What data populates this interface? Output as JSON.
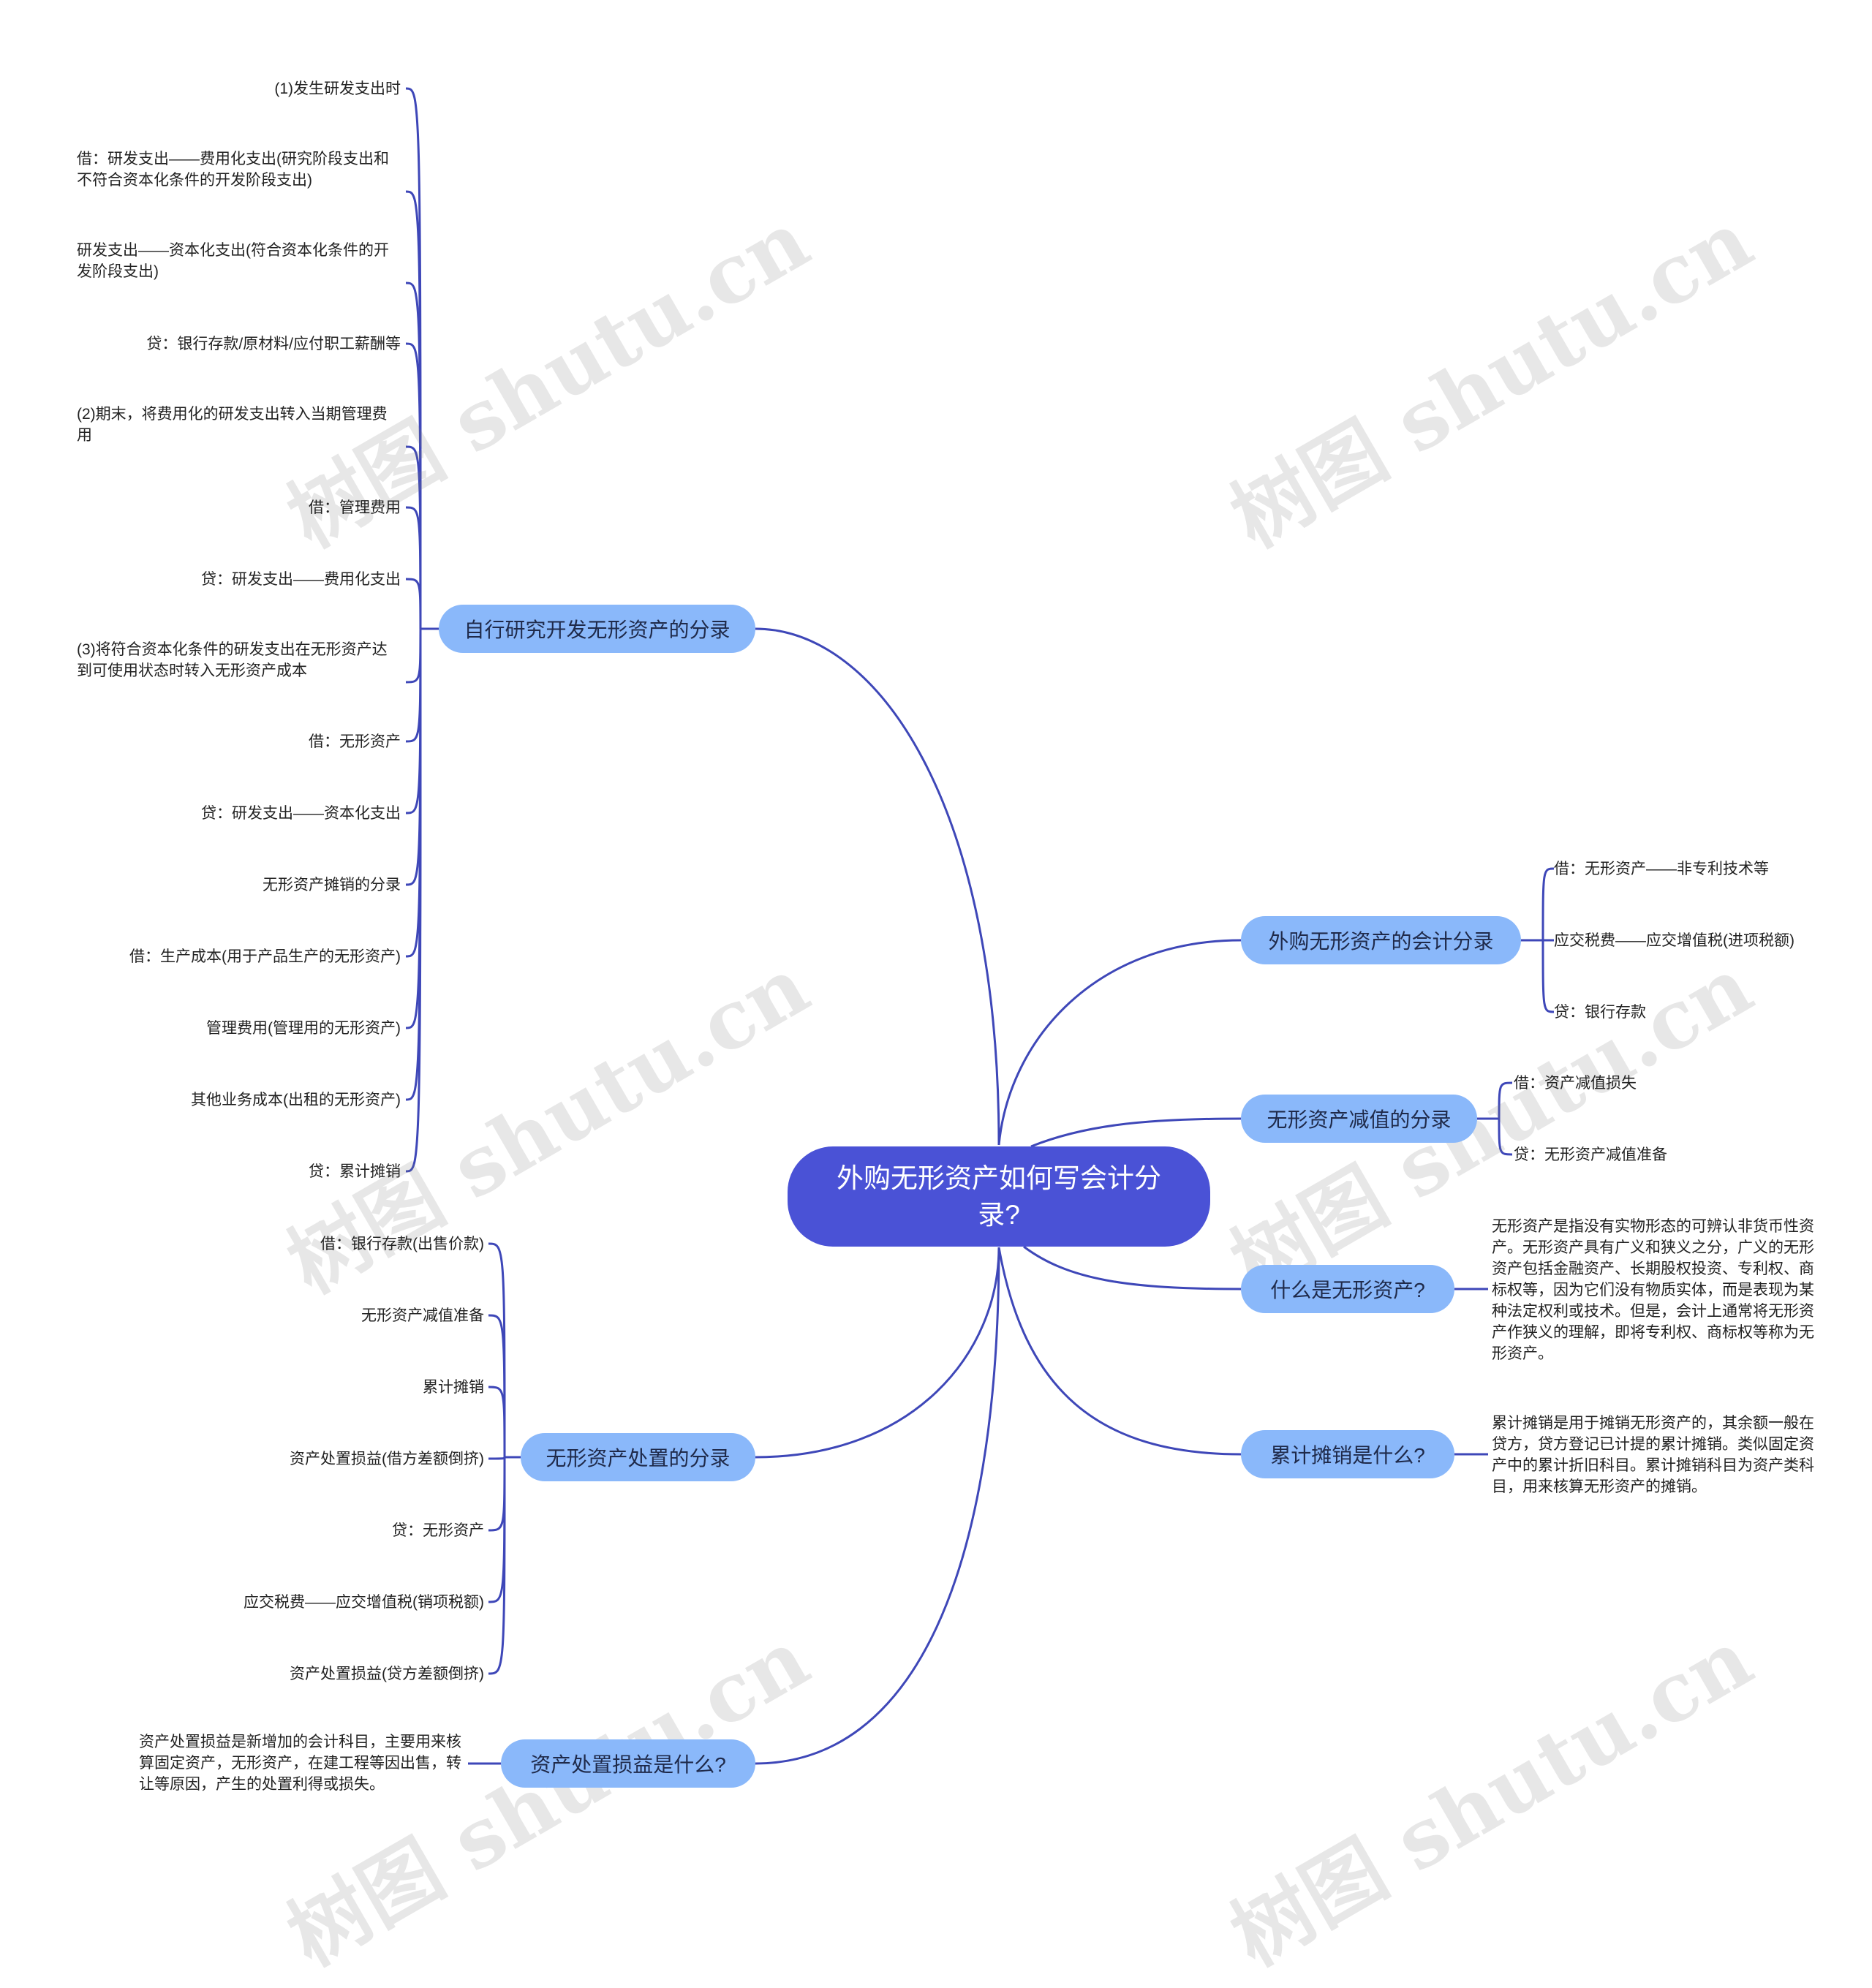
{
  "root": {
    "label": "外购无形资产如何写会计分录?"
  },
  "branches": {
    "rd": {
      "label": "自行研究开发无形资产的分录",
      "items": [
        "(1)发生研发支出时",
        "借：研发支出——费用化支出(研究阶段支出和不符合资本化条件的开发阶段支出)",
        "研发支出——资本化支出(符合资本化条件的开发阶段支出)",
        "贷：银行存款/原材料/应付职工薪酬等",
        "(2)期末，将费用化的研发支出转入当期管理费用",
        "借：管理费用",
        "贷：研发支出——费用化支出",
        "(3)将符合资本化条件的研发支出在无形资产达到可使用状态时转入无形资产成本",
        "借：无形资产",
        "贷：研发支出——资本化支出",
        "无形资产摊销的分录",
        "借：生产成本(用于产品生产的无形资产)",
        "管理费用(管理用的无形资产)",
        "其他业务成本(出租的无形资产)",
        "贷：累计摊销"
      ]
    },
    "disposal": {
      "label": "无形资产处置的分录",
      "items": [
        "借：银行存款(出售价款)",
        "无形资产减值准备",
        "累计摊销",
        "资产处置损益(借方差额倒挤)",
        "贷：无形资产",
        "应交税费——应交增值税(销项税额)",
        "资产处置损益(贷方差额倒挤)"
      ]
    },
    "gain": {
      "label": "资产处置损益是什么?",
      "items": [
        "资产处置损益是新增加的会计科目，主要用来核算固定资产，无形资产，在建工程等因出售，转让等原因，产生的处置利得或损失。"
      ]
    },
    "purchase": {
      "label": "外购无形资产的会计分录",
      "items": [
        "借：无形资产——非专利技术等",
        "应交税费——应交增值税(进项税额)",
        "贷：银行存款"
      ]
    },
    "impair": {
      "label": "无形资产减值的分录",
      "items": [
        "借：资产减值损失",
        "贷：无形资产减值准备"
      ]
    },
    "what": {
      "label": "什么是无形资产?",
      "items": [
        "无形资产是指没有实物形态的可辨认非货币性资产。无形资产具有广义和狭义之分，广义的无形资产包括金融资产、长期股权投资、专利权、商标权等，因为它们没有物质实体，而是表现为某种法定权利或技术。但是，会计上通常将无形资产作狭义的理解，即将专利权、商标权等称为无形资产。"
      ]
    },
    "amort": {
      "label": "累计摊销是什么?",
      "items": [
        "累计摊销是用于摊销无形资产的，其余额一般在贷方，贷方登记已计提的累计摊销。类似固定资产中的累计折旧科目。累计摊销科目为资产类科目，用来核算无形资产的摊销。"
      ]
    }
  },
  "watermark": {
    "text": "树图 shutu.cn"
  },
  "colors": {
    "line": "#3e47b8",
    "root": "#4a52d6",
    "branch": "#8ab8fa"
  }
}
